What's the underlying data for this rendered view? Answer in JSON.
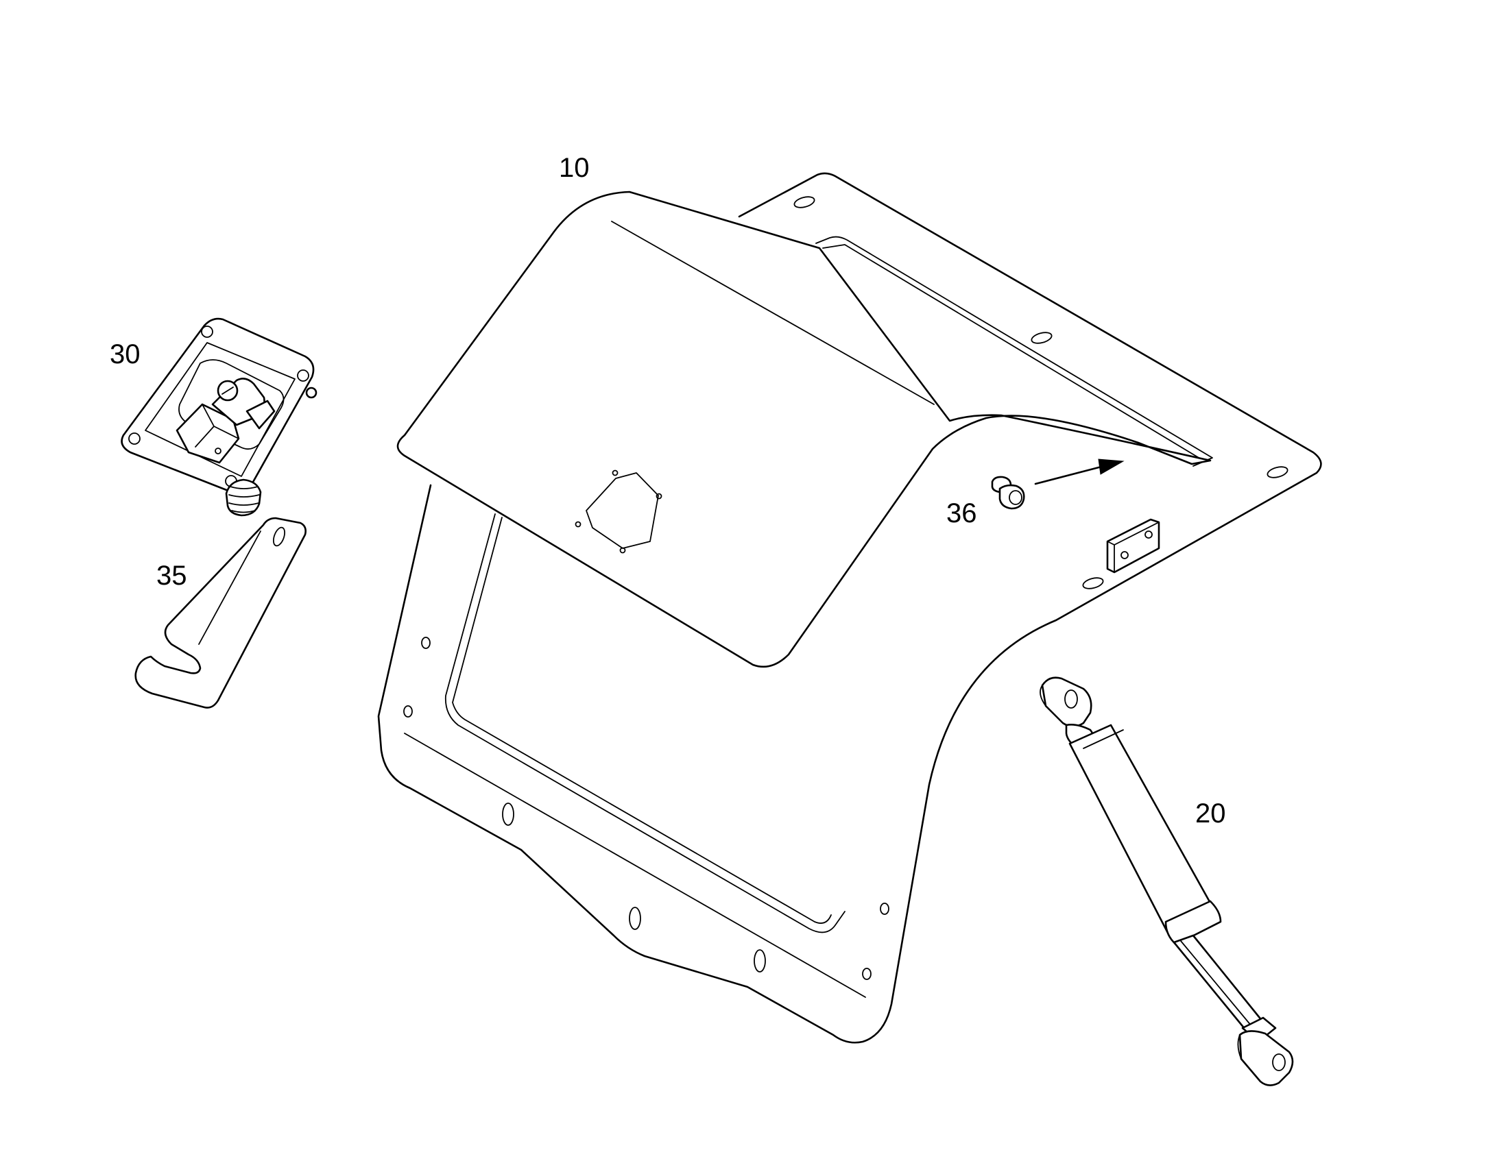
{
  "diagram": {
    "callouts": {
      "lid": "10",
      "gas_spring": "20",
      "latch": "30",
      "catch_plate": "35",
      "bumper": "36"
    },
    "colors": {
      "stroke": "#000000",
      "background": "#ffffff"
    }
  }
}
